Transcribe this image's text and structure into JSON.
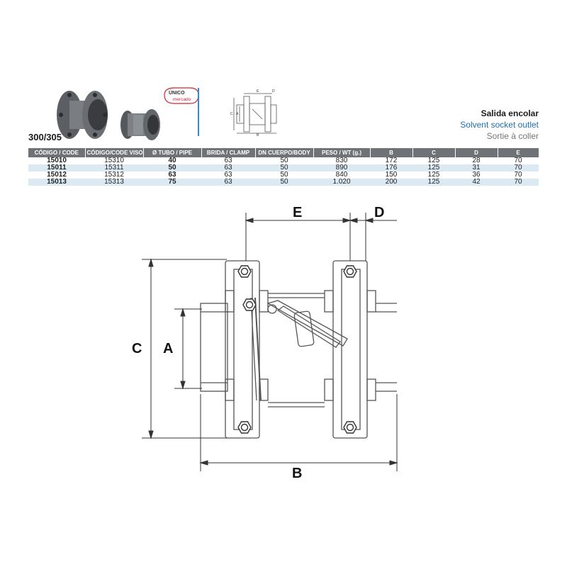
{
  "header": {
    "series": "300/305",
    "title_es": "Salida encolar",
    "title_en": "Solvent socket outlet",
    "title_fr": "Sortie à coller",
    "badge_top": "ÚNICO",
    "badge_sub": "mercado"
  },
  "table": {
    "columns": [
      "CÓDIGO / CODE",
      "CÓDIGO/CODE VISOR",
      "Ø TUBO / PIPE",
      "BRIDA / CLAMP",
      "DN CUERPO/BODY",
      "PESO / WT (g.)",
      "B",
      "C",
      "D",
      "E"
    ],
    "rows": [
      [
        "15010",
        "15310",
        "40",
        "63",
        "50",
        "830",
        "172",
        "125",
        "28",
        "70"
      ],
      [
        "15011",
        "15311",
        "50",
        "63",
        "50",
        "890",
        "176",
        "125",
        "31",
        "70"
      ],
      [
        "15012",
        "15312",
        "63",
        "63",
        "50",
        "840",
        "150",
        "125",
        "36",
        "70"
      ],
      [
        "15013",
        "15313",
        "75",
        "63",
        "50",
        "1.020",
        "200",
        "125",
        "42",
        "70"
      ]
    ]
  },
  "diagram": {
    "labels": {
      "A": "A",
      "B": "B",
      "C": "C",
      "D": "D",
      "E": "E"
    },
    "mini_labels": {
      "A": "A",
      "B": "B",
      "C": "C",
      "D": "D",
      "E": "E"
    }
  },
  "colors": {
    "header_bg": "#6f7378",
    "row_alt": "#dbe9f3",
    "accent_blue": "#1e6fb0",
    "badge_red": "#d22630",
    "rule_blue": "#2a8fd0"
  }
}
